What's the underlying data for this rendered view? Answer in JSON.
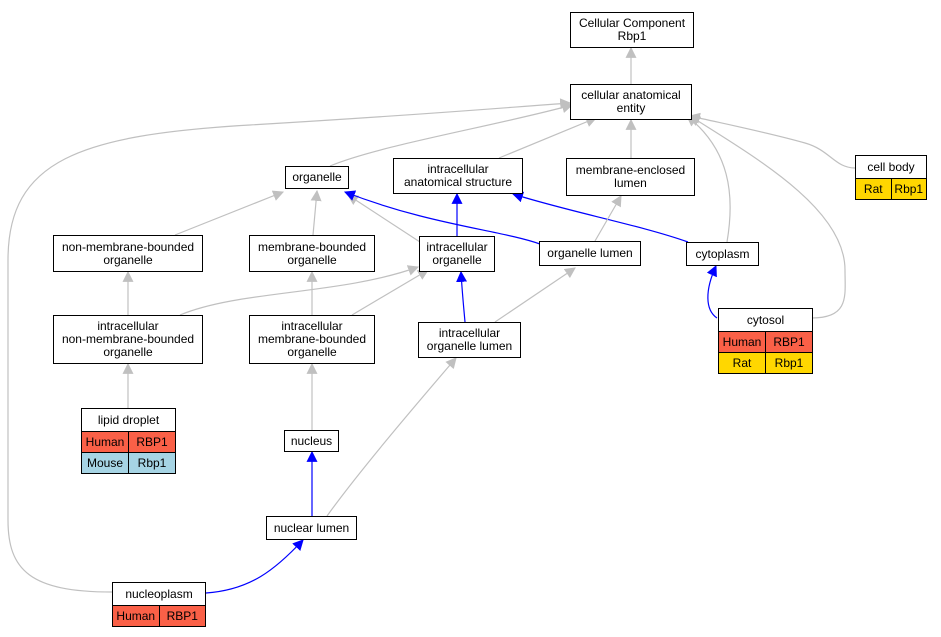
{
  "palette": {
    "edge_gray": "#c0c0c0",
    "edge_blue": "#0000ff",
    "human": "#fa6047",
    "mouse": "#a6d4e4",
    "rat": "#ffd700"
  },
  "nodes": {
    "root": [
      "Cellular Component",
      "Rbp1"
    ],
    "cae": [
      "cellular anatomical",
      "entity"
    ],
    "organelle": [
      "organelle"
    ],
    "ias": [
      "intracellular",
      "anatomical structure"
    ],
    "mel": [
      "membrane-enclosed",
      "lumen"
    ],
    "nmbo": [
      "non-membrane-bounded",
      "organelle"
    ],
    "mbo": [
      "membrane-bounded",
      "organelle"
    ],
    "io": [
      "intracellular",
      "organelle"
    ],
    "olumen": [
      "organelle lumen"
    ],
    "cytoplasm": [
      "cytoplasm"
    ],
    "inmbo": [
      "intracellular",
      "non-membrane-bounded",
      "organelle"
    ],
    "imbo": [
      "intracellular",
      "membrane-bounded",
      "organelle"
    ],
    "iol": [
      "intracellular",
      "organelle lumen"
    ],
    "nucleus": [
      "nucleus"
    ],
    "nlumen": [
      "nuclear lumen"
    ]
  },
  "annotated": {
    "cellbody": {
      "title": "cell body",
      "rows": [
        {
          "species": "Rat",
          "gene": "Rbp1",
          "color": "#ffd700"
        }
      ]
    },
    "cytosol": {
      "title": "cytosol",
      "rows": [
        {
          "species": "Human",
          "gene": "RBP1",
          "color": "#fa6047"
        },
        {
          "species": "Rat",
          "gene": "Rbp1",
          "color": "#ffd700"
        }
      ]
    },
    "lipid": {
      "title": "lipid droplet",
      "rows": [
        {
          "species": "Human",
          "gene": "RBP1",
          "color": "#fa6047"
        },
        {
          "species": "Mouse",
          "gene": "Rbp1",
          "color": "#a6d4e4"
        }
      ]
    },
    "nucleoplasm": {
      "title": "nucleoplasm",
      "rows": [
        {
          "species": "Human",
          "gene": "RBP1",
          "color": "#fa6047"
        }
      ]
    }
  }
}
